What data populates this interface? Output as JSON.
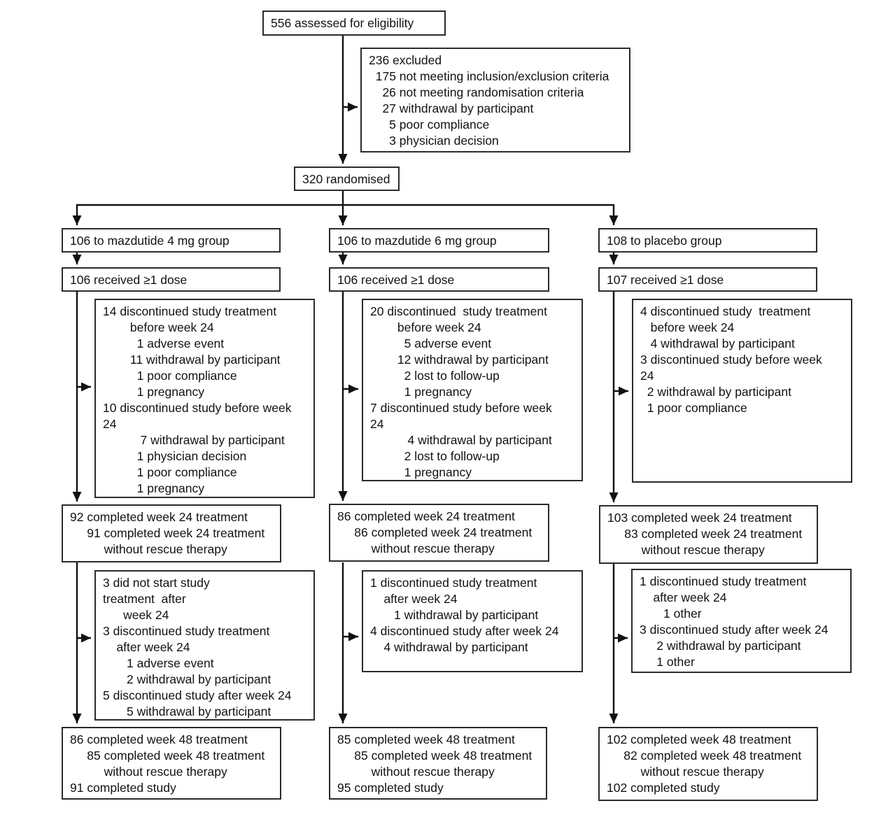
{
  "figure": {
    "type": "consort-flow-diagram",
    "colors": {
      "background": "#ffffff",
      "box_border": "#2b2b2b",
      "text": "#121212",
      "arrow": "#111111"
    },
    "boxes": {
      "assessed": {
        "lines": [
          "556 assessed for eligibility"
        ]
      },
      "excluded": {
        "lines": [
          "236 excluded",
          "  175 not meeting inclusion/exclusion criteria",
          "    26 not meeting randomisation criteria",
          "    27 withdrawal by participant",
          "      5 poor compliance",
          "      3 physician decision"
        ]
      },
      "randomised": {
        "lines": [
          "320 randomised"
        ]
      },
      "group_maz4": {
        "lines": [
          "106 to mazdutide 4 mg group"
        ]
      },
      "group_maz6": {
        "lines": [
          "106 to mazdutide 6 mg group"
        ]
      },
      "group_placebo": {
        "lines": [
          "108 to placebo group"
        ]
      },
      "dose_maz4": {
        "lines": [
          "106 received ≥1 dose"
        ]
      },
      "dose_maz6": {
        "lines": [
          "106 received ≥1 dose"
        ]
      },
      "dose_placebo": {
        "lines": [
          "107 received ≥1 dose"
        ]
      },
      "disc_before24_maz4": {
        "lines": [
          "14 discontinued study treatment",
          "        before week 24",
          "          1 adverse event",
          "        11 withdrawal by participant",
          "          1 poor compliance",
          "          1 pregnancy",
          "10 discontinued study before week",
          "24",
          "           7 withdrawal by participant",
          "          1 physician decision",
          "          1 poor compliance",
          "          1 pregnancy"
        ]
      },
      "disc_before24_maz6": {
        "lines": [
          "20 discontinued  study treatment",
          "        before week 24",
          "          5 adverse event",
          "        12 withdrawal by participant",
          "          2 lost to follow-up",
          "          1 pregnancy",
          "7 discontinued study before week",
          "24",
          "           4 withdrawal by participant",
          "          2 lost to follow-up",
          "          1 pregnancy"
        ]
      },
      "disc_before24_placebo": {
        "lines": [
          "4 discontinued study  treatment",
          "   before week 24",
          "   4 withdrawal by participant",
          "3 discontinued study before week",
          "24",
          "  2 withdrawal by participant",
          "  1 poor compliance"
        ]
      },
      "wk24_maz4": {
        "lines": [
          "92 completed week 24 treatment",
          "     91 completed week 24 treatment",
          "          without rescue therapy"
        ]
      },
      "wk24_maz6": {
        "lines": [
          "86 completed week 24 treatment",
          "     86 completed week 24 treatment",
          "          without rescue therapy"
        ]
      },
      "wk24_placebo": {
        "lines": [
          "103 completed week 24 treatment",
          "     83 completed week 24 treatment",
          "          without rescue therapy"
        ]
      },
      "disc_after24_maz4": {
        "lines": [
          "3 did not start study",
          "treatment  after",
          "      week 24",
          "3 discontinued study treatment",
          "    after week 24",
          "       1 adverse event",
          "       2 withdrawal by participant",
          "5 discontinued study after week 24",
          "       5 withdrawal by participant"
        ]
      },
      "disc_after24_maz6": {
        "lines": [
          "1 discontinued study treatment",
          "    after week 24",
          "       1 withdrawal by participant",
          "4 discontinued study after week 24",
          "    4 withdrawal by participant"
        ]
      },
      "disc_after24_placebo": {
        "lines": [
          "1 discontinued study treatment",
          "    after week 24",
          "       1 other",
          "3 discontinued study after week 24",
          "     2 withdrawal by participant",
          "     1 other"
        ]
      },
      "wk48_maz4": {
        "lines": [
          "86 completed week 48 treatment",
          "     85 completed week 48 treatment",
          "          without rescue therapy",
          "91 completed study"
        ]
      },
      "wk48_maz6": {
        "lines": [
          "85 completed week 48 treatment",
          "     85 completed week 48 treatment",
          "          without rescue therapy",
          "95 completed study"
        ]
      },
      "wk48_placebo": {
        "lines": [
          "102 completed week 48 treatment",
          "     82 completed week 48 treatment",
          "          without rescue therapy",
          "102 completed study"
        ]
      }
    }
  }
}
